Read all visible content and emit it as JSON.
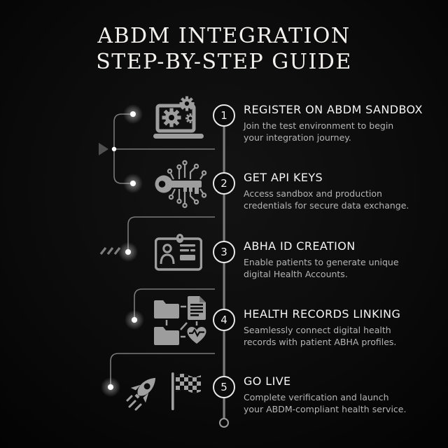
{
  "title": {
    "line1": "ABDM INTEGRATION",
    "line2": "STEP-BY-STEP GUIDE"
  },
  "steps": [
    {
      "number": "1",
      "icon": "laptop-gears",
      "title": "REGISTER ON ABDM SANDBOX",
      "description_lines": [
        "Join the test environment to begin",
        "your integration journey."
      ]
    },
    {
      "number": "2",
      "icon": "key-circuit",
      "title": "GET API KEYS",
      "description_lines": [
        "Access sandbox and production",
        "credentials for secure data exchange."
      ]
    },
    {
      "number": "3",
      "icon": "id-card",
      "title": "ABHA ID CREATION",
      "description_lines": [
        "Enable patients to generate unique",
        "digital Health Accounts."
      ]
    },
    {
      "number": "4",
      "icon": "folders-health-records",
      "title": "HEALTH RECORDS LINKING",
      "description_lines": [
        "Seamlessly connect digital health",
        "records with patient ABHA profiles."
      ]
    },
    {
      "number": "5",
      "icon": "rocket-and-checkered-flag",
      "title": "GO LIVE",
      "description_lines": [
        "Complete verification and launch",
        "your ABDM-compliant health service."
      ]
    }
  ],
  "colors": {
    "background": "#0b0b0b",
    "icon_gray": "#9d9d9d",
    "heading": "#f4f4f4",
    "body_text": "#b5b5b5",
    "line_gray": "#7a7a7a",
    "glow_dot": "#ffffff"
  }
}
